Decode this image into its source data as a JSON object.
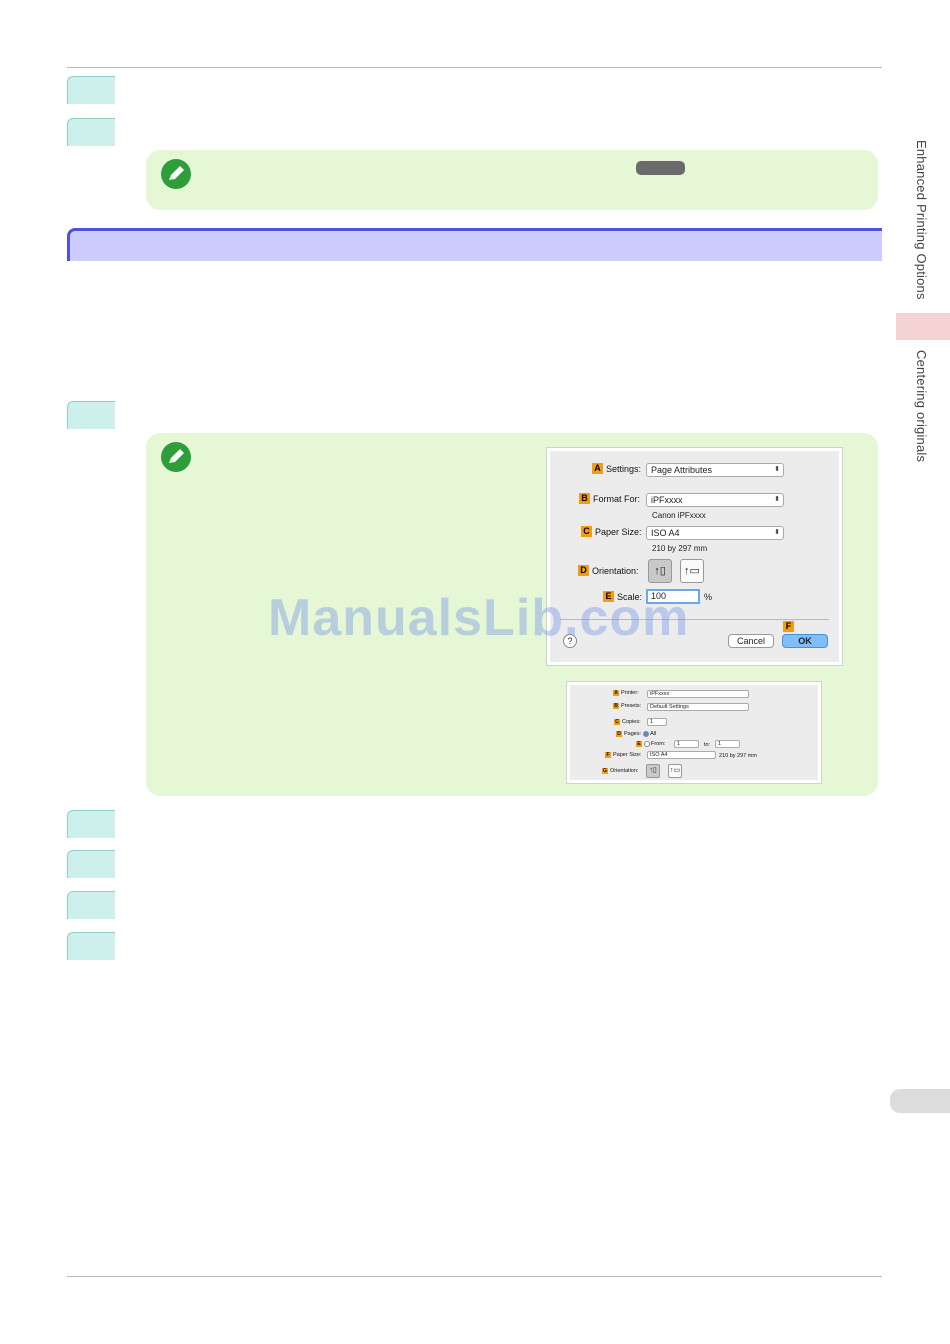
{
  "side_nav": {
    "chapter": "Enhanced Printing Options",
    "section": "Centering originals"
  },
  "watermark": "ManualsLib.com",
  "page_setup_dialog": {
    "settings_label": "Settings:",
    "settings_value": "Page Attributes",
    "format_label": "Format For:",
    "format_value": "iPFxxxx",
    "format_sub": "Canon iPFxxxx",
    "paper_label": "Paper Size:",
    "paper_value": "ISO A4",
    "paper_sub": "210 by 297 mm",
    "orientation_label": "Orientation:",
    "scale_label": "Scale:",
    "scale_value": "100",
    "scale_unit": "%",
    "help": "?",
    "cancel": "Cancel",
    "ok": "OK",
    "badges": [
      "A",
      "B",
      "C",
      "D",
      "E",
      "F"
    ]
  },
  "print_dialog": {
    "printer_label": "Printer:",
    "printer_value": "iPFxxxx",
    "presets_label": "Presets:",
    "presets_value": "Default Settings",
    "copies_label": "Copies:",
    "copies_value": "1",
    "pages_label": "Pages:",
    "pages_all": "All",
    "from_label": "From:",
    "from_value": "1",
    "to_label": "to:",
    "to_value": "1",
    "paper_label": "Paper Size:",
    "paper_value": "ISO A4",
    "paper_sub": "210 by 297 mm",
    "orientation_label": "Orientation:",
    "badges": [
      "A",
      "B",
      "C",
      "D",
      "E",
      "F",
      "G"
    ]
  }
}
